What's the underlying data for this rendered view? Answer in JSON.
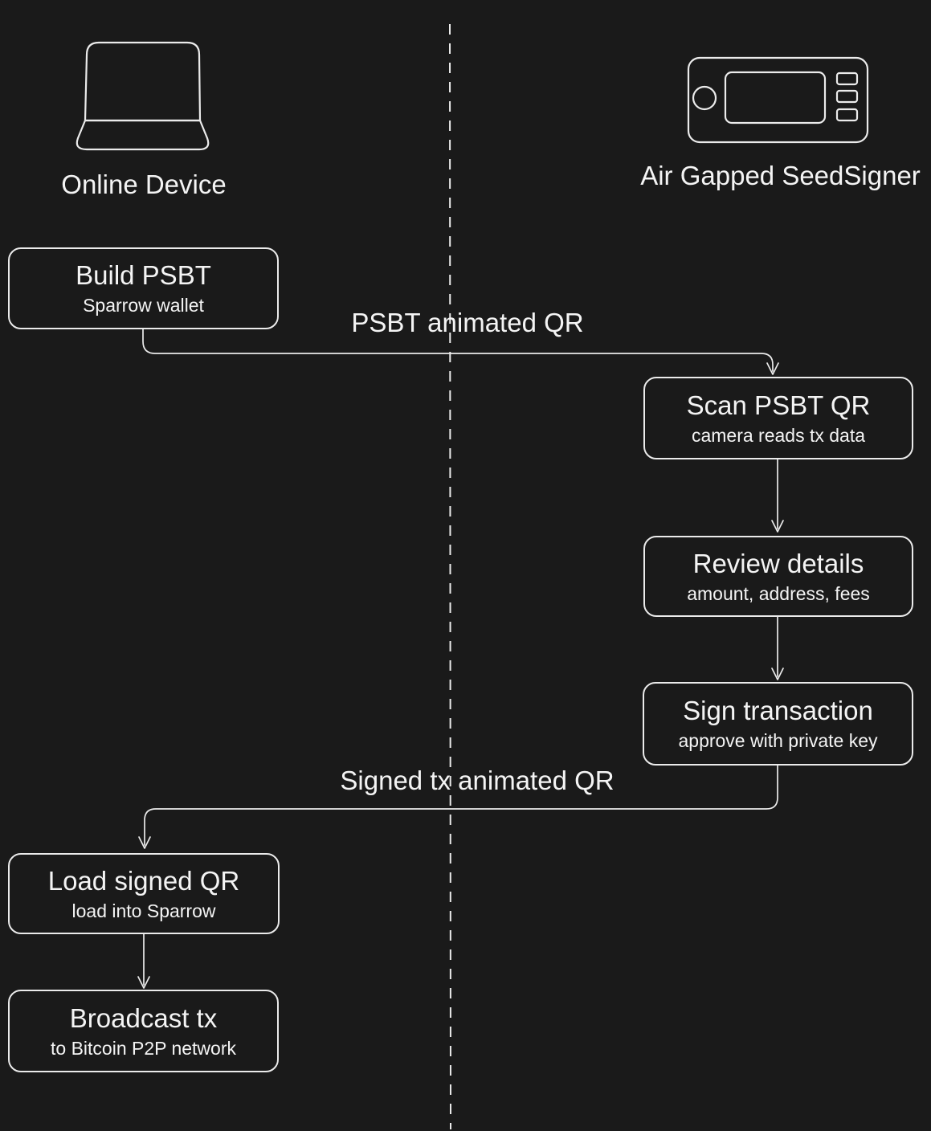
{
  "colors": {
    "background": "#1a1a1a",
    "stroke": "#ebebeb",
    "text": "#f4f4f4"
  },
  "lanes": {
    "left": {
      "label": "Online Device",
      "icon": "laptop-icon"
    },
    "right": {
      "label": "Air Gapped SeedSigner",
      "icon": "seedsigner-icon"
    }
  },
  "nodes": [
    {
      "id": "build-psbt",
      "lane": "left",
      "title": "Build PSBT",
      "subtitle": "Sparrow wallet"
    },
    {
      "id": "scan-psbt-qr",
      "lane": "right",
      "title": "Scan PSBT QR",
      "subtitle": "camera reads tx data"
    },
    {
      "id": "review-details",
      "lane": "right",
      "title": "Review details",
      "subtitle": "amount, address, fees"
    },
    {
      "id": "sign-transaction",
      "lane": "right",
      "title": "Sign transaction",
      "subtitle": "approve with private key"
    },
    {
      "id": "load-signed-qr",
      "lane": "left",
      "title": "Load signed QR",
      "subtitle": "load into Sparrow"
    },
    {
      "id": "broadcast-tx",
      "lane": "left",
      "title": "Broadcast tx",
      "subtitle": "to Bitcoin P2P network"
    }
  ],
  "edges": [
    {
      "from": "build-psbt",
      "to": "scan-psbt-qr",
      "label": "PSBT animated QR"
    },
    {
      "from": "scan-psbt-qr",
      "to": "review-details",
      "label": ""
    },
    {
      "from": "review-details",
      "to": "sign-transaction",
      "label": ""
    },
    {
      "from": "sign-transaction",
      "to": "load-signed-qr",
      "label": "Signed tx animated QR"
    },
    {
      "from": "load-signed-qr",
      "to": "broadcast-tx",
      "label": ""
    }
  ]
}
